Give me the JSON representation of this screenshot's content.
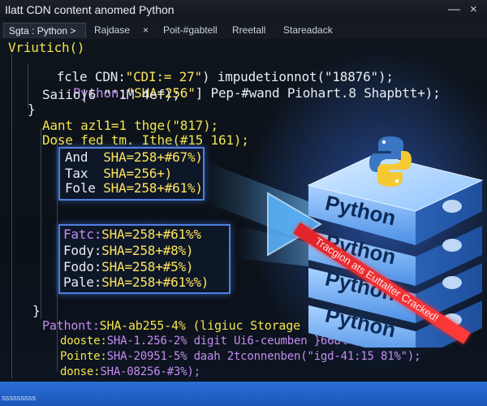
{
  "window": {
    "title": "Ilatt CDN content anomed Python",
    "minimize_glyph": "—",
    "close_glyph": "×"
  },
  "tabs": [
    {
      "label": "Sgta : Python >"
    },
    {
      "label": "Rajdase"
    },
    {
      "label": "×"
    },
    {
      "label": "Poit-#gabtell"
    },
    {
      "label": "Rreetall"
    },
    {
      "label": "Stareadack"
    }
  ],
  "code": {
    "l1": "Vriutich()",
    "l2_a": "fcle CDN:",
    "l2_b": "\"CDI:= 27\"",
    "l2_c": ") impudetionnot(\"18876\");",
    "l3_a": "Python:",
    "l3_b": "\"SHA=256\"",
    "l3_c": "] Pep-#wand Piohart.8 Shapbtt+);",
    "l4": "Saiio|6 \"'1M 4ef);",
    "l5": "}",
    "l6": "Aant azl1=1 thge(\"817);",
    "l7": "Dose fed tm. Ithe(#15 161);",
    "box1": [
      {
        "key": "And",
        "val": "SHA=258+#67%)"
      },
      {
        "key": "Tax",
        "val": "SHA=256+)"
      },
      {
        "key": "Fole",
        "val": "SHA=258+#61%)"
      }
    ],
    "box2": [
      {
        "key": "Fatc:",
        "val": "SHA=258+#61%%"
      },
      {
        "key": "Fody:",
        "val": "SHA=258+#8%)"
      },
      {
        "key": "Fodo:",
        "val": "SHA=258+#5%)"
      },
      {
        "key": "Pale:",
        "val": "SHA=258+#61%%)"
      }
    ],
    "l_close": "}",
    "l_end1_a": "Pathont:",
    "l_end1_b": "SHA-ab255-4% (ligiuc Storage (Fathg\");",
    "l_end2_a": "dooste:",
    "l_end2_b": "SHA-1.256-2% digit Ui6-ceumben }668%\");",
    "l_end3_a": "Pointe:",
    "l_end3_b": "SHA-20951-5% daah 2tconnenben(\"igd-41:15 81%\");",
    "l_end4_a": "donse:",
    "l_end4_b": "SHA-08256-#3%);"
  },
  "database": {
    "slabs": [
      "Python",
      "Python",
      "Python",
      "Python"
    ],
    "banner": "Tracgion ats Euttalter Cracked!"
  },
  "statusbar": {
    "text": "SSSSSSSSS"
  },
  "colors": {
    "keyword_yellow": "#f2e44b",
    "string_yellow": "#ffe45c",
    "purple": "#c58cf0",
    "text_white": "#e8edf2",
    "box_border": "#4f7fe0",
    "banner_red": "#e0242b"
  }
}
